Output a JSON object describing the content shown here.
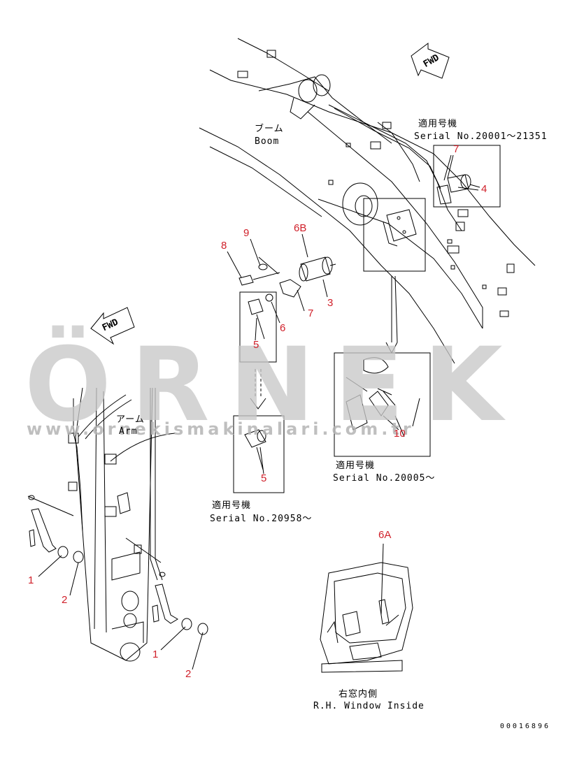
{
  "labels": {
    "boom_jp": "ブーム",
    "boom_en": "Boom",
    "arm_jp": "アーム",
    "arm_en": "Arm",
    "fwd_top": "FWD",
    "fwd_left": "FWD",
    "serial_a_jp": "適用号機",
    "serial_a_en": "Serial No.20001～21351",
    "serial_b_jp": "適用号機",
    "serial_b_en": "Serial No.20005～",
    "serial_c_jp": "適用号機",
    "serial_c_en": "Serial No.20958～",
    "window_jp": "右窓内側",
    "window_en": "R.H. Window Inside",
    "doc_number": "00016896"
  },
  "callouts": {
    "p1a": "1",
    "p1b": "1",
    "p2a": "2",
    "p2b": "2",
    "p3": "3",
    "p4": "4",
    "p5a": "5",
    "p5b": "5",
    "p6": "6",
    "p6a": "6A",
    "p6b": "6B",
    "p7a": "7",
    "p7b": "7",
    "p8": "8",
    "p9": "9",
    "p10": "10"
  },
  "watermark": {
    "brand": "ÖRNEK",
    "url": "www.ornekismakinalari.com.tr"
  },
  "colors": {
    "callout": "#d0202a",
    "watermark": "#c9c9c9",
    "watermark_accent": "#f2c200",
    "line": "#000000"
  }
}
